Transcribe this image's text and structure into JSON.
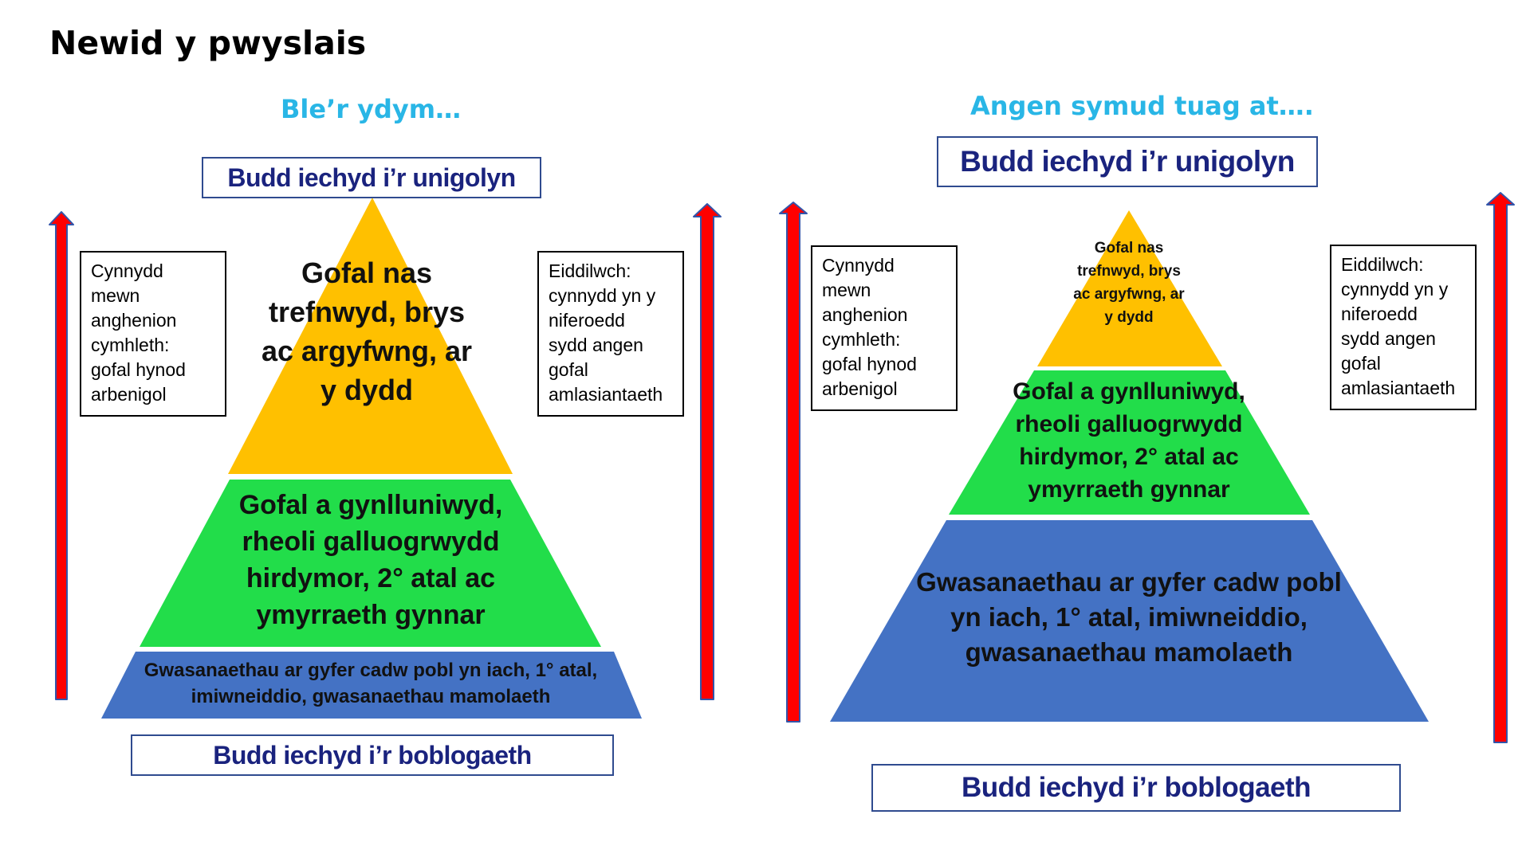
{
  "title": "Newid y pwyslais",
  "colors": {
    "apex": "#ffc000",
    "middle": "#22dd4a",
    "base": "#4472c4",
    "arrow_fill": "#ff0000",
    "arrow_outline": "#3355aa",
    "subtitle": "#29b6e6",
    "banner_text": "#1a237e"
  },
  "left": {
    "subtitle": "Ble’r ydym…",
    "top_banner": "Budd iechyd i’r unigolyn",
    "bottom_banner": "Budd iechyd i’r boblogaeth",
    "left_box": [
      "Cynnydd",
      "mewn",
      "anghenion",
      "cymhleth:",
      "gofal hynod",
      "arbenigol"
    ],
    "right_box": [
      "Eiddilwch:",
      "cynnydd yn y",
      "niferoedd",
      "sydd angen",
      "gofal",
      "amlasiantaeth"
    ],
    "apex_text": [
      "Gofal nas",
      "trefnwyd, brys",
      "ac argyfwng, ar",
      "y dydd"
    ],
    "middle_text": [
      "Gofal a gynlluniwyd,",
      "rheoli galluogrwydd",
      "hirdymor, 2° atal ac",
      "ymyrraeth gynnar"
    ],
    "base_text": [
      "Gwasanaethau ar gyfer cadw pobl yn iach, 1° atal,",
      "imiwneiddio, gwasanaethau mamolaeth"
    ]
  },
  "right": {
    "subtitle": "Angen symud tuag at….",
    "top_banner": "Budd iechyd i’r unigolyn",
    "bottom_banner": "Budd iechyd i’r boblogaeth",
    "left_box": [
      "Cynnydd",
      "mewn",
      "anghenion",
      "cymhleth:",
      "gofal hynod",
      "arbenigol"
    ],
    "right_box": [
      "Eiddilwch:",
      "cynnydd yn y",
      "niferoedd",
      "sydd angen",
      "gofal",
      "amlasiantaeth"
    ],
    "apex_text": [
      "Gofal nas",
      "trefnwyd, brys",
      "ac argyfwng, ar",
      "y dydd"
    ],
    "middle_text": [
      "Gofal a gynlluniwyd,",
      "rheoli galluogrwydd",
      "hirdymor, 2° atal ac",
      "ymyrraeth gynnar"
    ],
    "base_text": [
      "Gwasanaethau ar gyfer cadw pobl",
      "yn iach, 1° atal, imiwneiddio,",
      "gwasanaethau mamolaeth"
    ]
  }
}
